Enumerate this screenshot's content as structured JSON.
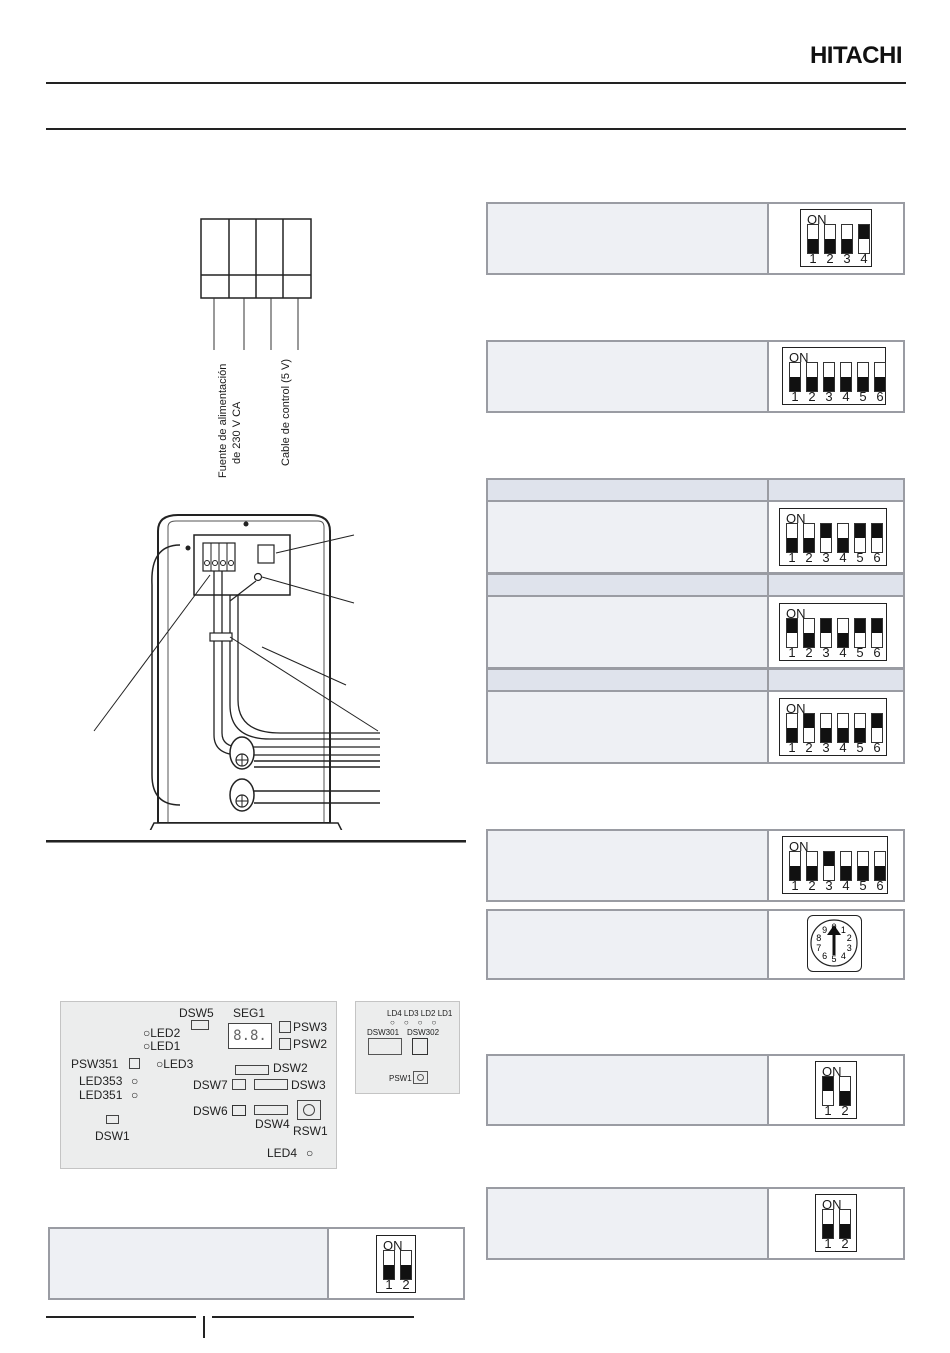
{
  "header": {
    "brand": "HITACHI"
  },
  "wiring": {
    "label_power": "Fuente de alimentación",
    "label_power_2": "de 230 V CA",
    "label_control": "Cable de control (5 V)"
  },
  "board_main": {
    "labels": {
      "dsw5": "DSW5",
      "seg1": "SEG1",
      "psw3": "PSW3",
      "psw2": "PSW2",
      "led2": "LED2",
      "led1": "LED1",
      "led3": "LED3",
      "psw351": "PSW351",
      "led353": "LED353",
      "led351": "LED351",
      "dsw1": "DSW1",
      "dsw2": "DSW2",
      "dsw7": "DSW7",
      "dsw3": "DSW3",
      "dsw6": "DSW6",
      "dsw4": "DSW4",
      "rsw1": "RSW1",
      "led4": "LED4"
    }
  },
  "board_small": {
    "labels": {
      "leds": "LD4 LD3 LD2 LD1",
      "dsw301": "DSW301",
      "dsw302": "DSW302",
      "psw1": "PSW1"
    }
  },
  "switches": {
    "on_label": "ON",
    "dsw_a": {
      "numbers": [
        "1",
        "2",
        "3",
        "4"
      ],
      "states": [
        "off",
        "off",
        "off",
        "on"
      ]
    },
    "dsw_b": {
      "numbers": [
        "1",
        "2",
        "3",
        "4",
        "5",
        "6"
      ],
      "states": [
        "off",
        "off",
        "off",
        "off",
        "off",
        "off"
      ]
    },
    "dsw_c1": {
      "numbers": [
        "1",
        "2",
        "3",
        "4",
        "5",
        "6"
      ],
      "states": [
        "off",
        "off",
        "on",
        "off",
        "on",
        "on"
      ]
    },
    "dsw_c2": {
      "numbers": [
        "1",
        "2",
        "3",
        "4",
        "5",
        "6"
      ],
      "states": [
        "on",
        "off",
        "on",
        "off",
        "on",
        "on"
      ]
    },
    "dsw_c3": {
      "numbers": [
        "1",
        "2",
        "3",
        "4",
        "5",
        "6"
      ],
      "states": [
        "off",
        "on",
        "off",
        "off",
        "off",
        "on"
      ]
    },
    "dsw_d": {
      "numbers": [
        "1",
        "2",
        "3",
        "4",
        "5",
        "6"
      ],
      "states": [
        "off",
        "off",
        "on",
        "off",
        "off",
        "off"
      ]
    },
    "rotary": {
      "digits": "0123456789"
    },
    "dsw_e": {
      "numbers": [
        "1",
        "2"
      ],
      "states": [
        "on",
        "off"
      ]
    },
    "dsw_f": {
      "numbers": [
        "1",
        "2"
      ],
      "states": [
        "off",
        "off"
      ]
    },
    "dsw_bottom": {
      "numbers": [
        "1",
        "2"
      ],
      "states": [
        "off",
        "off"
      ]
    }
  },
  "colors": {
    "box_border": "#9a9ca3",
    "box_fill": "#eef0f4",
    "header_fill": "#dfe3ec"
  }
}
